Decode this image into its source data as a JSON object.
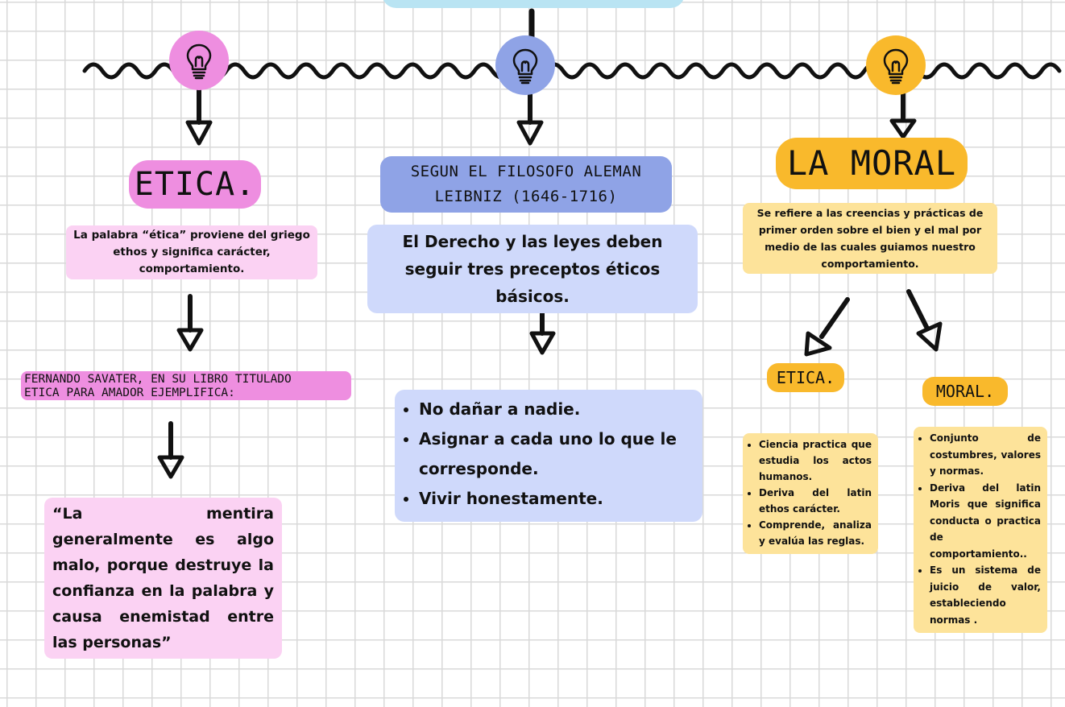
{
  "colors": {
    "pink": "#ee8ee0",
    "pink_light": "#fbd2f3",
    "blue": "#8fa3e6",
    "blue_light": "#cfd9fb",
    "yellow": "#f9b92c",
    "yellow_light": "#fde39a",
    "top_box": "#b9e4f3",
    "ink": "#111111"
  },
  "icons": {
    "bulb_left": "lightbulb-icon",
    "bulb_center": "lightbulb-icon",
    "bulb_right": "lightbulb-icon"
  },
  "left": {
    "title": "ETICA.",
    "definition": "La palabra “ética” proviene del griego ethos y significa carácter, comportamiento.",
    "author_line1": "FERNANDO SAVATER, EN SU LIBRO TITULADO",
    "author_line2": "ETICA PARA AMADOR EJEMPLIFICA:",
    "quote": "“La mentira generalmente es algo malo, porque destruye la confianza en la palabra y causa enemistad entre las personas”"
  },
  "center": {
    "title_line1": "SEGUN EL FILOSOFO ALEMAN",
    "title_line2": "LEIBNIZ (1646-1716)",
    "statement": "El Derecho y las leyes deben seguir tres preceptos éticos básicos.",
    "precepts": [
      "No dañar a nadie.",
      " Asignar a cada uno lo que le corresponde.",
      "Vivir honestamente."
    ]
  },
  "right": {
    "title": "LA MORAL",
    "definition": "Se refiere a las creencias y prácticas de primer orden sobre el bien y el mal por medio de las cuales guiamos nuestro comportamiento.",
    "etica_label": "ETICA.",
    "moral_label": "MORAL.",
    "etica_items": [
      "Ciencia practica que estudia los actos humanos.",
      "Deriva del latin ethos carácter.",
      "Comprende, analiza y evalúa las reglas."
    ],
    "moral_items": [
      "Conjunto de costumbres, valores y normas.",
      "Deriva del latin Moris que significa conducta o practica de comportamiento..",
      "Es un sistema de juicio de valor, estableciendo normas ."
    ]
  }
}
